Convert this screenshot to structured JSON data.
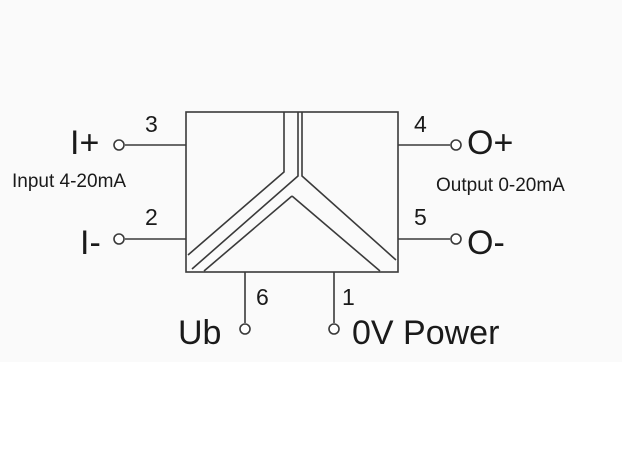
{
  "terminals": {
    "in_plus": "I+",
    "in_minus": "I-",
    "out_plus": "O+",
    "out_minus": "O-",
    "ub": "Ub",
    "zero_v": "0V Power"
  },
  "pins": {
    "p1": "1",
    "p2": "2",
    "p3": "3",
    "p4": "4",
    "p5": "5",
    "p6": "6"
  },
  "labels": {
    "input": "Input 4-20mA",
    "output": "Output 0-20mA"
  },
  "colors": {
    "line": "#3a3a3a",
    "text": "#1a1a1a",
    "background": "#fafafa"
  }
}
